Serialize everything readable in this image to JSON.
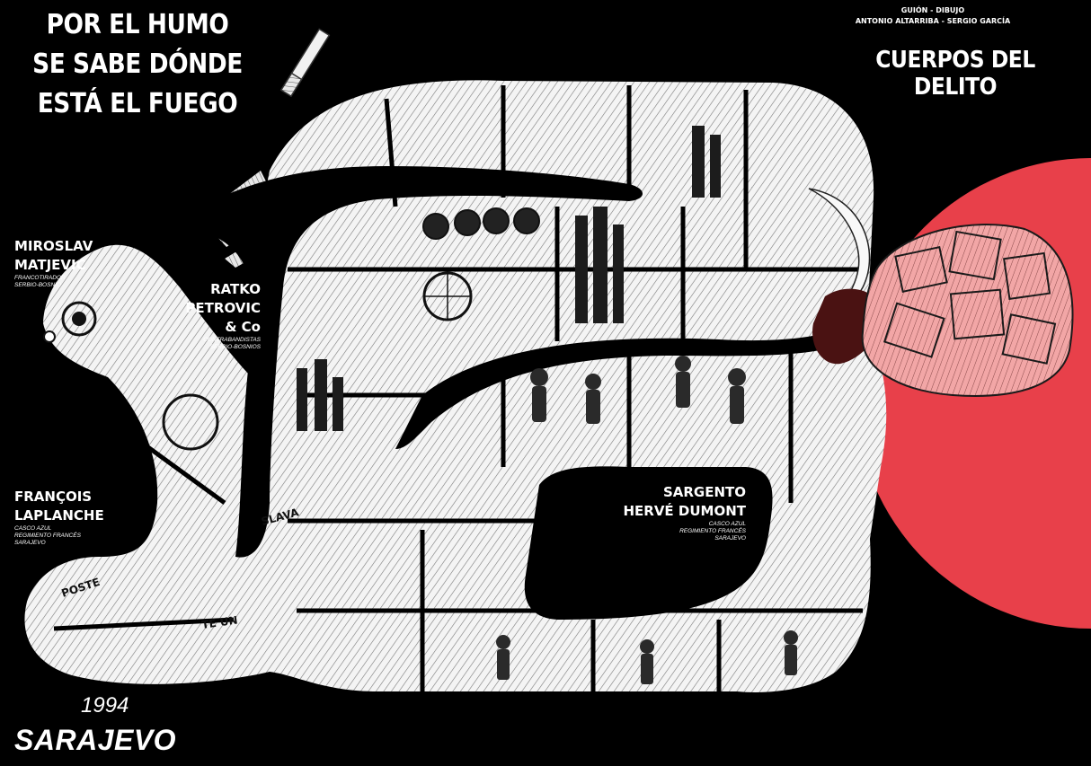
{
  "poster": {
    "title_lines": [
      "POR EL HUMO",
      "SE SABE DÓNDE",
      "ESTÁ EL FUEGO"
    ],
    "credits_line1": "GUIÓN - DIBUJO",
    "credits_line2": "ANTONIO ALTARRIBA - SERGIO GARCÍA",
    "book_title": "CUERPOS DEL DELITO",
    "year": "1994",
    "city": "SARAJEVO",
    "colors": {
      "background": "#000000",
      "accent": "#e8404a",
      "ink": "#ffffff",
      "photos": "#f2a6a6"
    }
  },
  "characters": [
    {
      "name_lines": [
        "MIROSLAV",
        "MATJEVIC"
      ],
      "role_lines": [
        "FRANCOTIRADOR",
        "SERBIO-BOSNIO"
      ]
    },
    {
      "name_lines": [
        "RATKO",
        "PETROVIC",
        "& Co"
      ],
      "role_lines": [
        "CONTRABANDISTAS",
        "SERBIO-BOSNIOS"
      ]
    },
    {
      "name_lines": [
        "FRANÇOIS",
        "LAPLANCHE"
      ],
      "role_lines": [
        "CASCO AZUL",
        "REGIMIENTO FRANCÉS",
        "SARAJEVO"
      ]
    },
    {
      "name_lines": [
        "SARGENTO",
        "HERVÉ DUMONT"
      ],
      "role_lines": [
        "CASCO AZUL",
        "REGIMIENTO FRANCÉS",
        "SARAJEVO"
      ]
    }
  ],
  "artwork": {
    "panel_labels": [
      "SLAVA",
      "POSTE",
      "TE UN"
    ]
  }
}
